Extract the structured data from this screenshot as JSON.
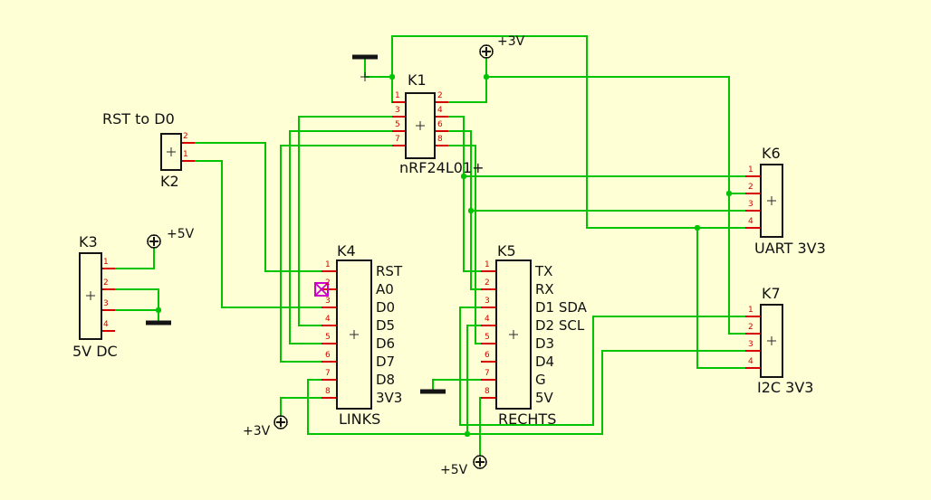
{
  "colors": {
    "background": "#ffffd6",
    "wire": "#00c400",
    "pin": "#d40000",
    "outline": "#141414",
    "no_connect": "#cc00cc"
  },
  "power_labels": {
    "top_3v": "+3V",
    "k3_5v": "+5V",
    "bottom_left_3v": "+3V",
    "bottom_5v": "+5V"
  },
  "connectors": {
    "k1": {
      "ref": "K1",
      "name": "nRF24L01+",
      "pins": [
        "1",
        "2",
        "3",
        "4",
        "5",
        "6",
        "7",
        "8"
      ]
    },
    "k2": {
      "ref": "K2",
      "note": "RST to D0",
      "pins": [
        "2",
        "1"
      ]
    },
    "k3": {
      "ref": "K3",
      "name": "5V DC",
      "pins": [
        "1",
        "2",
        "3",
        "4"
      ]
    },
    "k4": {
      "ref": "K4",
      "name": "LINKS",
      "pins": [
        "1",
        "2",
        "3",
        "4",
        "5",
        "6",
        "7",
        "8"
      ],
      "signals": [
        "RST",
        "A0",
        "D0",
        "D5",
        "D6",
        "D7",
        "D8",
        "3V3"
      ]
    },
    "k5": {
      "ref": "K5",
      "name": "RECHTS",
      "pins": [
        "1",
        "2",
        "3",
        "4",
        "5",
        "6",
        "7",
        "8"
      ],
      "signals": [
        "TX",
        "RX",
        "D1 SDA",
        "D2 SCL",
        "D3",
        "D4",
        "G",
        "5V"
      ]
    },
    "k6": {
      "ref": "K6",
      "name": "UART 3V3",
      "pins": [
        "1",
        "2",
        "3",
        "4"
      ]
    },
    "k7": {
      "ref": "K7",
      "name": "I2C 3V3",
      "pins": [
        "1",
        "2",
        "3",
        "4"
      ]
    }
  }
}
